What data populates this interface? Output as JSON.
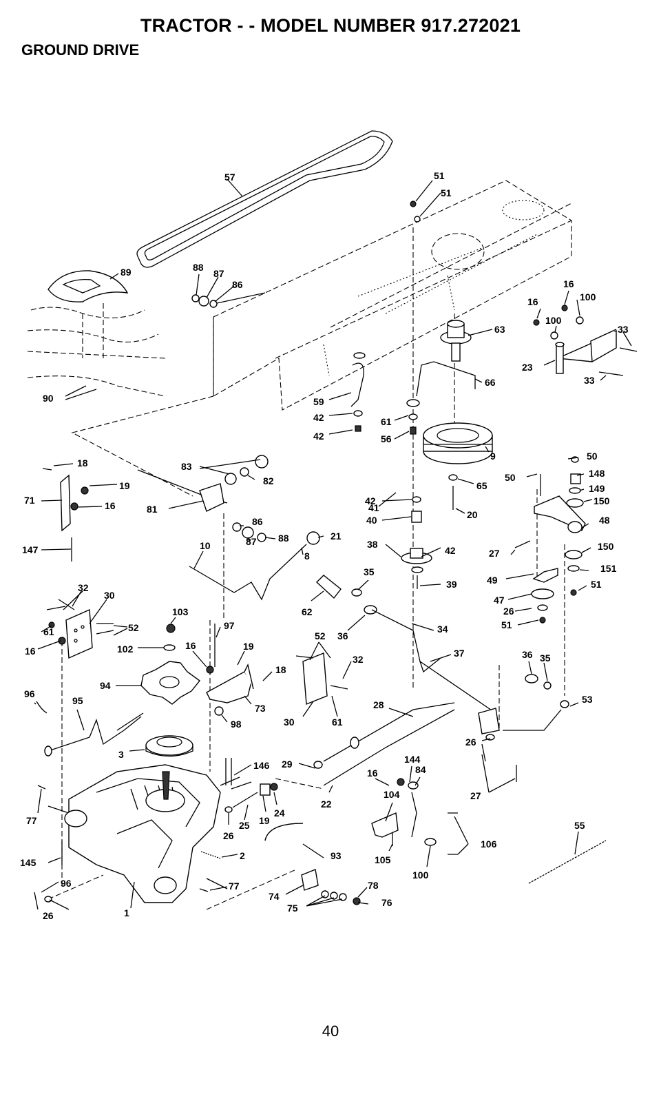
{
  "header": {
    "title": "TRACTOR - - MODEL NUMBER 917.272021",
    "section": "GROUND DRIVE"
  },
  "footer": {
    "page_number": "40"
  },
  "diagram": {
    "part_labels": [
      "57",
      "51",
      "51",
      "89",
      "88",
      "87",
      "86",
      "16",
      "100",
      "16",
      "100",
      "33",
      "63",
      "23",
      "33",
      "66",
      "59",
      "42",
      "42",
      "61",
      "56",
      "90",
      "9",
      "18",
      "83",
      "82",
      "50",
      "148",
      "149",
      "150",
      "48",
      "150",
      "151",
      "51",
      "19",
      "71",
      "16",
      "81",
      "41",
      "42",
      "65",
      "50",
      "40",
      "20",
      "86",
      "147",
      "88",
      "87",
      "21",
      "10",
      "8",
      "38",
      "42",
      "27",
      "39",
      "35",
      "49",
      "47",
      "26",
      "51",
      "32",
      "30",
      "62",
      "103",
      "97",
      "52",
      "36",
      "34",
      "61",
      "16",
      "102",
      "16",
      "19",
      "52",
      "32",
      "18",
      "37",
      "36",
      "35",
      "94",
      "96",
      "95",
      "73",
      "30",
      "61",
      "28",
      "53",
      "98",
      "3",
      "146",
      "29",
      "144",
      "84",
      "26",
      "16",
      "27",
      "104",
      "22",
      "24",
      "19",
      "25",
      "26",
      "77",
      "106",
      "55",
      "145",
      "2",
      "93",
      "105",
      "100",
      "96",
      "77",
      "78",
      "74",
      "75",
      "76",
      "26",
      "1"
    ]
  }
}
